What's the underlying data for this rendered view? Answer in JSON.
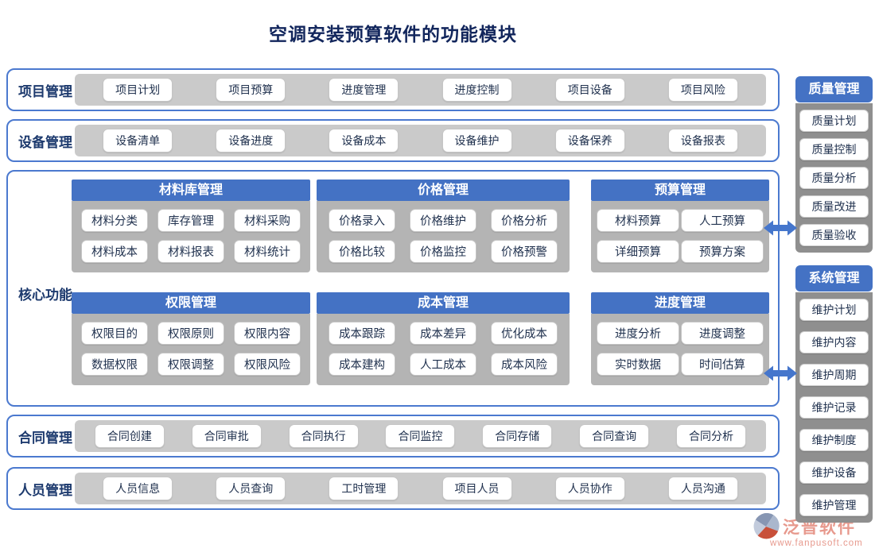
{
  "title": "空调安装预算软件的功能模块",
  "colors": {
    "accent": "#4472c4",
    "border": "#4b79cf",
    "strip_gray": "#cacaca",
    "panel_gray": "#b4b4b4",
    "side_gray": "#8f8f8f",
    "navy_text": "#1d3a6e",
    "logo_salmon": "#e7998d"
  },
  "bands": {
    "project": {
      "label": "项目管理",
      "items": [
        "项目计划",
        "项目预算",
        "进度管理",
        "进度控制",
        "项目设备",
        "项目风险"
      ]
    },
    "equipment": {
      "label": "设备管理",
      "items": [
        "设备清单",
        "设备进度",
        "设备成本",
        "设备维护",
        "设备保养",
        "设备报表"
      ]
    },
    "contract": {
      "label": "合同管理",
      "items": [
        "合同创建",
        "合同审批",
        "合同执行",
        "合同监控",
        "合同存储",
        "合同查询",
        "合同分析"
      ]
    },
    "personnel": {
      "label": "人员管理",
      "items": [
        "人员信息",
        "人员查询",
        "工时管理",
        "项目人员",
        "人员协作",
        "人员沟通"
      ]
    }
  },
  "core": {
    "label": "核心功能",
    "panels": {
      "material": {
        "title": "材料库管理",
        "items": [
          "材料分类",
          "库存管理",
          "材料采购",
          "材料成本",
          "材料报表",
          "材料统计"
        ]
      },
      "price": {
        "title": "价格管理",
        "items": [
          "价格录入",
          "价格维护",
          "价格分析",
          "价格比较",
          "价格监控",
          "价格预警"
        ]
      },
      "budget": {
        "title": "预算管理",
        "items": [
          "材料预算",
          "人工预算",
          "详细预算",
          "预算方案"
        ]
      },
      "permission": {
        "title": "权限管理",
        "items": [
          "权限目的",
          "权限原则",
          "权限内容",
          "数据权限",
          "权限调整",
          "权限风险"
        ]
      },
      "cost": {
        "title": "成本管理",
        "items": [
          "成本跟踪",
          "成本差异",
          "优化成本",
          "成本建构",
          "人工成本",
          "成本风险"
        ]
      },
      "schedule": {
        "title": "进度管理",
        "items": [
          "进度分析",
          "进度调整",
          "实时数据",
          "时间估算"
        ]
      }
    }
  },
  "side": {
    "quality": {
      "title": "质量管理",
      "items": [
        "质量计划",
        "质量控制",
        "质量分析",
        "质量改进",
        "质量验收"
      ]
    },
    "system": {
      "title": "系统管理",
      "items": [
        "维护计划",
        "维护内容",
        "维护周期",
        "维护记录",
        "维护制度",
        "维护设备",
        "维护管理"
      ]
    }
  },
  "footer": {
    "brand": "泛普软件",
    "url": "www.fanpusoft.com"
  }
}
